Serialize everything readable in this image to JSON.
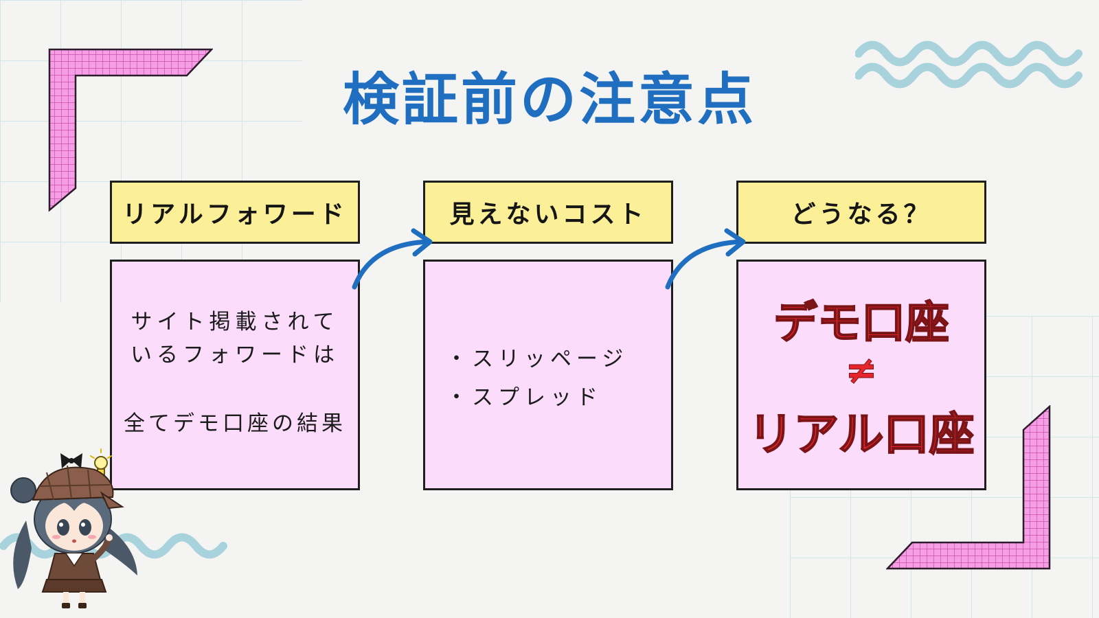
{
  "title": "検証前の注意点",
  "steps": [
    {
      "header": "リアルフォワード",
      "lines": [
        "サイト掲載されて",
        "いるフォワードは",
        "全てデモ口座の結果"
      ]
    },
    {
      "header": "見えないコスト",
      "bullets": [
        "・スリッページ",
        "・スプレッド"
      ]
    },
    {
      "header": "どうなる？",
      "result_top": "デモ口座",
      "result_symbol": "≠",
      "result_bottom": "リアル口座"
    }
  ],
  "colors": {
    "title": "#1f6ec0",
    "header_fill": "#fbef98",
    "card_fill": "#fbdcfb",
    "result_text": "#e6242c",
    "arrow": "#1f6ec0",
    "corner_accent": "#f59ee6",
    "wave": "#a9d3dc"
  },
  "icons": [
    "arrow-right-curve-icon",
    "lightbulb-icon",
    "detective-character-illustration"
  ]
}
